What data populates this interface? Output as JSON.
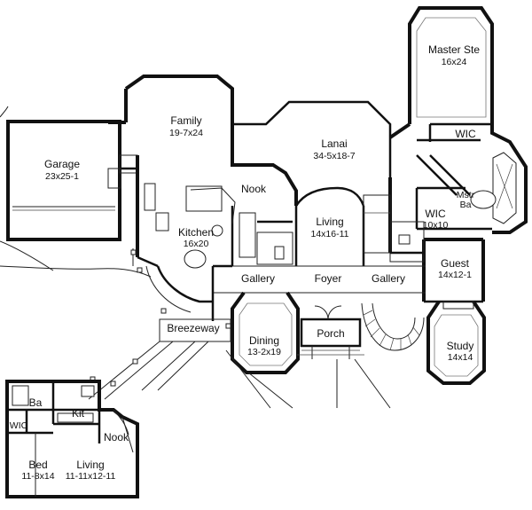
{
  "rooms": [
    {
      "id": "garage",
      "name": "Garage",
      "size": "23x25-1"
    },
    {
      "id": "family",
      "name": "Family",
      "size": "19-7x24"
    },
    {
      "id": "lanai",
      "name": "Lanai",
      "size": "34-5x18-7"
    },
    {
      "id": "master-ste",
      "name": "Master Ste",
      "size": "16x24"
    },
    {
      "id": "wic-master",
      "name": "WIC",
      "size": ""
    },
    {
      "id": "mstr-ba",
      "name": "Mstr",
      "size": "Ba"
    },
    {
      "id": "wic-2",
      "name": "WIC",
      "size": "10x10"
    },
    {
      "id": "nook",
      "name": "Nook",
      "size": ""
    },
    {
      "id": "kitchen",
      "name": "Kitchen",
      "size": "16x20"
    },
    {
      "id": "living",
      "name": "Living",
      "size": "14x16-11"
    },
    {
      "id": "guest",
      "name": "Guest",
      "size": "14x12-1"
    },
    {
      "id": "gallery-left",
      "name": "Gallery",
      "size": ""
    },
    {
      "id": "foyer",
      "name": "Foyer",
      "size": ""
    },
    {
      "id": "gallery-right",
      "name": "Gallery",
      "size": ""
    },
    {
      "id": "breezeway",
      "name": "Breezeway",
      "size": ""
    },
    {
      "id": "dining",
      "name": "Dining",
      "size": "13-2x19"
    },
    {
      "id": "porch",
      "name": "Porch",
      "size": ""
    },
    {
      "id": "study",
      "name": "Study",
      "size": "14x14"
    },
    {
      "id": "ba-guest",
      "name": "Ba",
      "size": ""
    },
    {
      "id": "kit-guest",
      "name": "Kit",
      "size": ""
    },
    {
      "id": "nook-guest",
      "name": "Nook",
      "size": ""
    },
    {
      "id": "wic-guest",
      "name": "WIC",
      "size": ""
    },
    {
      "id": "bed-guest",
      "name": "Bed",
      "size": "11-8x14"
    },
    {
      "id": "living-guest",
      "name": "Living",
      "size": "11-11x12-11"
    }
  ]
}
